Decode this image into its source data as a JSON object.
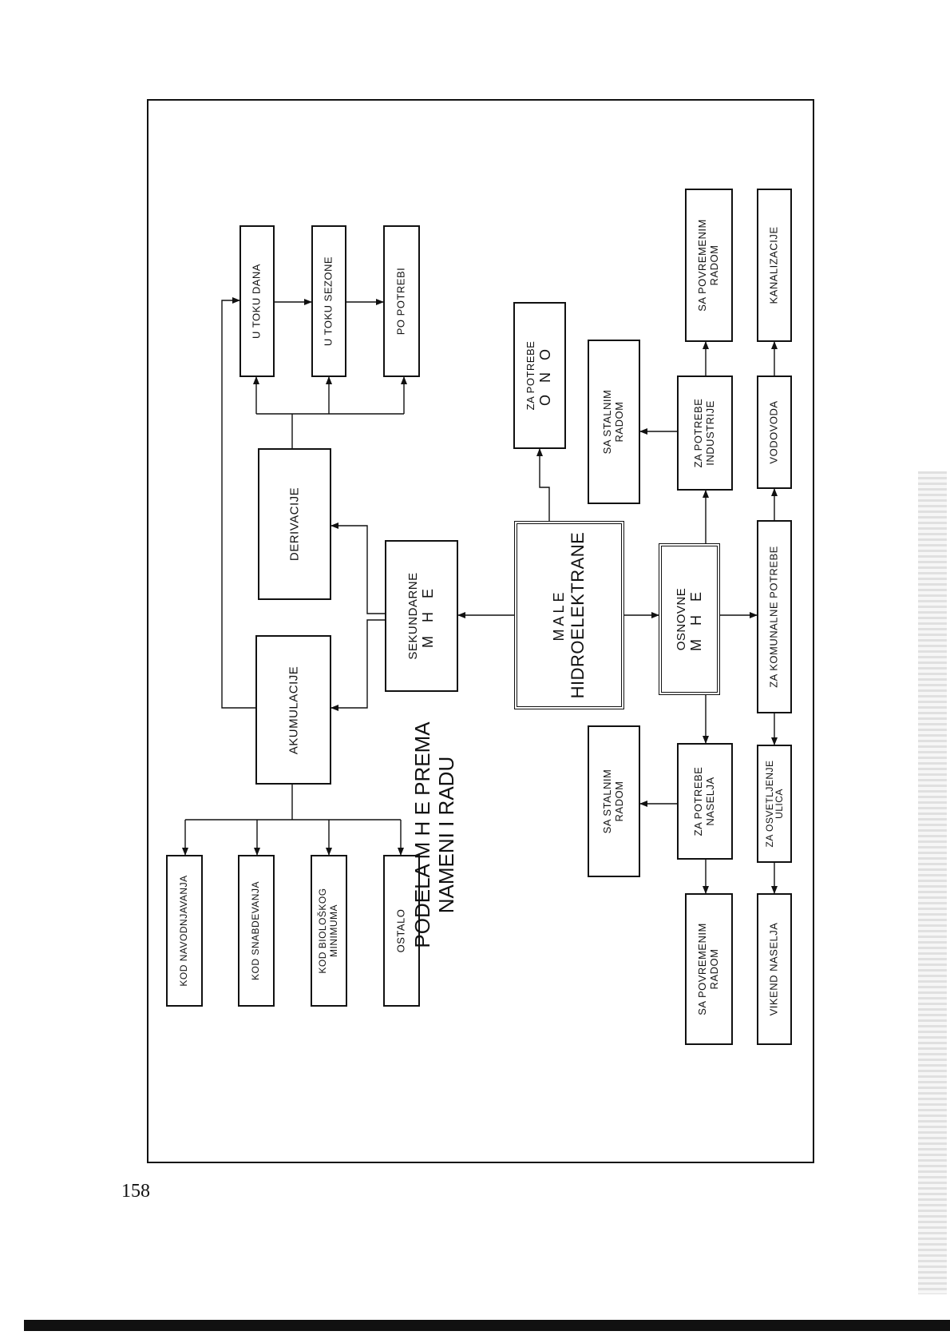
{
  "title": {
    "line1": "PODELA  M H E  PREMA",
    "line2": "NAMENI I RADU"
  },
  "page_number": "158",
  "nodes": {
    "main": "MALE",
    "main2": "HIDROELEKTRANE",
    "sekundarne": "SEKUNDARNE",
    "sekundarne2": "M H E",
    "osnovne": "OSNOVNE",
    "osnovne2": "M H E",
    "akumulacije": "AKUMULACIJE",
    "derivacije": "DERIVACIJE",
    "u_toku_dana": "U TOKU  DANA",
    "u_toku_sezone": "U TOKU  SEZONE",
    "po_potrebi": "PO  POTREBI",
    "kod_navodnjavanja": "KOD  NAVODNJAVANJA",
    "kod_snabdevanja": "KOD  SNABDEVANJA",
    "kod_bioloskog": "KOD  BIOLOŠKOG",
    "kod_bioloskog2": "MINIMUMA",
    "ostalo": "OSTALO",
    "za_potrebe_ono": "ZA POTREBE",
    "za_potrebe_ono2": "O N O",
    "za_potrebe_industrije": "ZA  POTREBE",
    "za_potrebe_industrije2": "INDUSTRIJE",
    "sa_stalnim_radom_ind": "SA  STALNIM",
    "sa_stalnim_radom_ind2": "RADOM",
    "sa_povremenim_radom_ind": "SA  POVREMENIM",
    "sa_povremenim_radom_ind2": "RADOM",
    "za_komunalne_potrebe": "ZA KOMUNALNE POTREBE",
    "vodovoda": "VODOVODA",
    "kanalizacije": "KANALIZACIJE",
    "za_osvetljenje": "ZA OSVETLJENJE",
    "za_osvetljenje2": "ULICA",
    "vikend_naselja": "VIKEND NASELJA",
    "za_potrebe_naselja": "ZA  POTREBE",
    "za_potrebe_naselja2": "NASELJA",
    "sa_stalnim_radom_nas": "SA  STALNIM",
    "sa_stalnim_radom_nas2": "RADOM",
    "sa_povremenim_radom_nas": "SA  POVREMENIM",
    "sa_povremenim_radom_nas2": "RADOM"
  }
}
